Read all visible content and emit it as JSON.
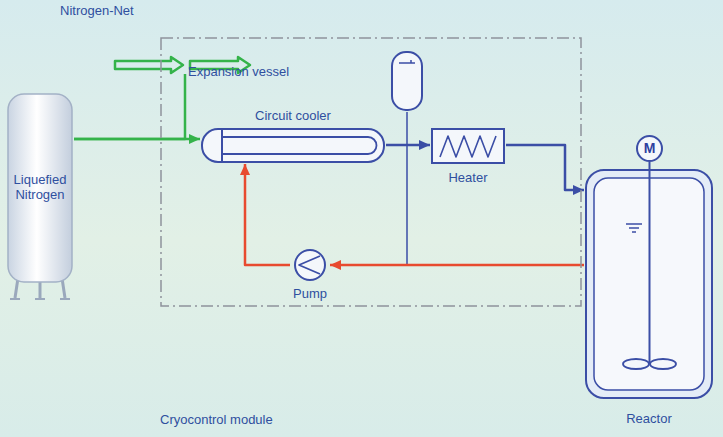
{
  "diagram": {
    "nodes": [
      {
        "text": [
          "Nitrogen-Net"
        ]
      },
      {
        "text": [
          "Liquefied Nitrogen"
        ]
      },
      {
        "text": [
          "Cryocontrol module"
        ]
      },
      {
        "text": [
          "Expansion vessel"
        ],
        "in": 2
      },
      {
        "text": [
          "Circuit cooler"
        ],
        "in": 2
      },
      {
        "text": [
          "Heater"
        ],
        "in": 2
      },
      {
        "text": [
          "Pump"
        ],
        "in": 2
      },
      {
        "text": [
          "M"
        ]
      },
      {
        "text": [
          "Reactor"
        ]
      }
    ],
    "edges": [
      {
        "from": 1,
        "to": 4,
        "arrow": "to"
      },
      {
        "from": 1,
        "to": 0,
        "arrow": "none"
      },
      {
        "from": 4,
        "to": 5,
        "arrow": "to"
      },
      {
        "from": 5,
        "to": 8,
        "arrow": "to"
      },
      {
        "from": 3,
        "to": 6,
        "arrow": "none"
      },
      {
        "from": 8,
        "to": 6,
        "arrow": "to"
      },
      {
        "from": 6,
        "to": 4,
        "arrow": "to"
      },
      {
        "from": 7,
        "to": 8,
        "arrow": "none"
      }
    ]
  }
}
